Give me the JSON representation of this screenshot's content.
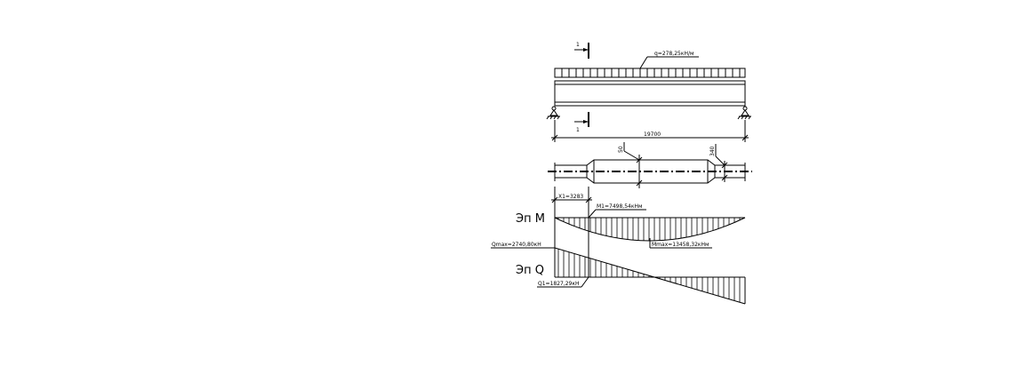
{
  "diagram": {
    "load_label": "q=278,25кН/м",
    "section_mark": "1",
    "span_label": "19700",
    "dim_height_mid": "50",
    "dim_height_end": "340",
    "x1_label": "X1=3283",
    "m1_label": "M1=7498,54кНм",
    "mmax_label": "Mmax=13458,32кНм",
    "qmax_label": "Qmax=2740,80кН",
    "q1_label": "Q1=1827,29кН",
    "epure_m_title": "Эп М",
    "epure_q_title": "Эп Q"
  },
  "colors": {
    "ink": "#000000",
    "paper": "#ffffff"
  }
}
